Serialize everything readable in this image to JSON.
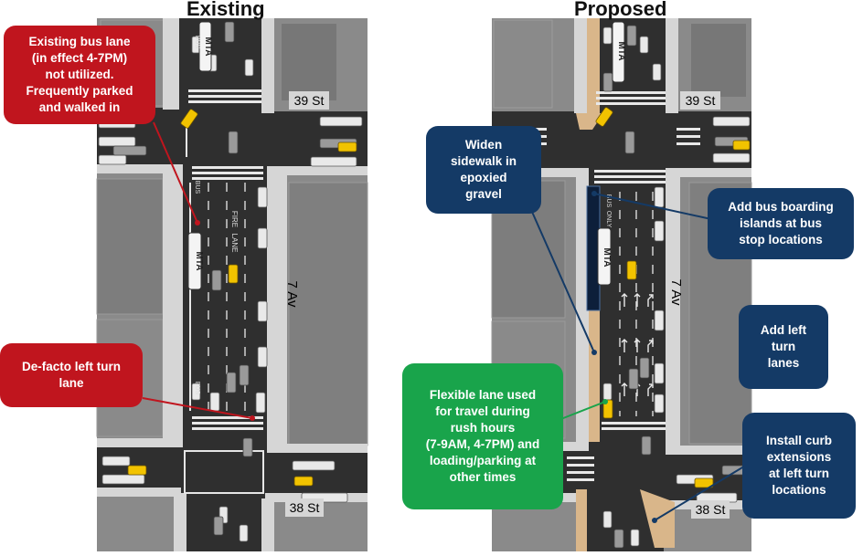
{
  "existing": {
    "title": "Existing",
    "street_top": "39 St",
    "street_bottom": "38 St",
    "avenue": "7 Av",
    "bus_label": "MTA",
    "lane_text_fire": "FIRE",
    "lane_text_lane": "LANE",
    "lane_text_bus": "BUS",
    "callouts": {
      "bus_lane": "Existing bus lane\n(in effect 4-7PM)\nnot utilized.\nFrequently parked\nand walked in",
      "left_turn": "De-facto left turn\nlane"
    }
  },
  "proposed": {
    "title": "Proposed",
    "street_top": "39 St",
    "street_bottom": "38 St",
    "avenue": "7 Av",
    "bus_label": "MTA",
    "lane_text_bus": "BUS",
    "lane_text_only": "ONLY",
    "callouts": {
      "widen": "Widen\nsidewalk in\nepoxied\ngravel",
      "islands": "Add bus boarding\nislands at bus\nstop locations",
      "left_lanes": "Add left\nturn\nlanes",
      "flexible": "Flexible lane used\nfor travel during\nrush hours\n(7-9AM, 4-7PM) and\nloading/parking at\nother times",
      "curb": "Install curb\nextensions\nat left turn\nlocations"
    }
  },
  "colors": {
    "road": "#2f2f2f",
    "building": "#8a8a8a",
    "sidewalk": "#d6d6d6",
    "gravel": "#d9b68a",
    "island": "#0d1f3a",
    "callout_red": "#c0151e",
    "callout_navy": "#143a66",
    "callout_green": "#19a44b",
    "taxi": "#f2c300"
  }
}
